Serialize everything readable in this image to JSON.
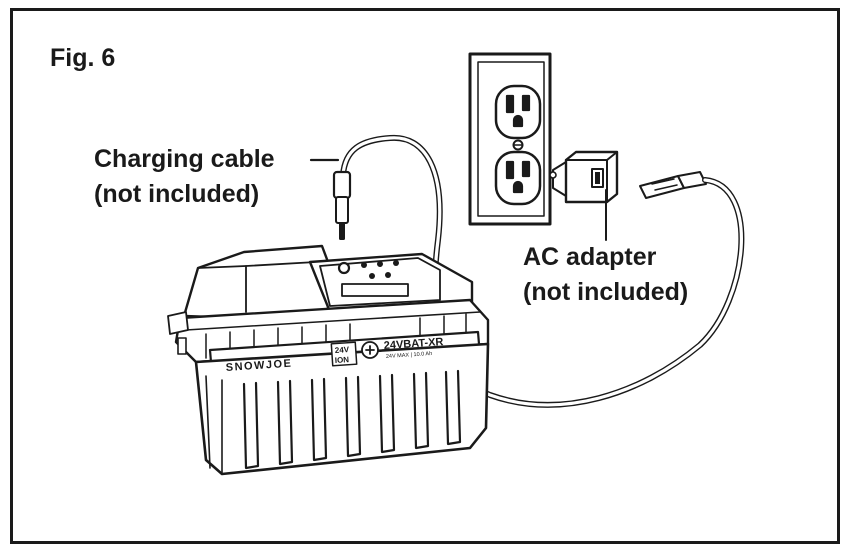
{
  "figure": {
    "label": "Fig. 6"
  },
  "callouts": {
    "charging_cable": {
      "line1": "Charging cable",
      "line2": "(not included)"
    },
    "ac_adapter": {
      "line1": "AC adapter",
      "line2": "(not included)"
    }
  },
  "battery": {
    "brand": "SNOWJOE",
    "voltage_badge_top": "24V",
    "voltage_badge_bottom": "ION",
    "model": "24VBAT-XR",
    "spec": "24V MAX | 10.0 Ah"
  },
  "colors": {
    "ink": "#1a1a1a",
    "background": "#ffffff"
  }
}
